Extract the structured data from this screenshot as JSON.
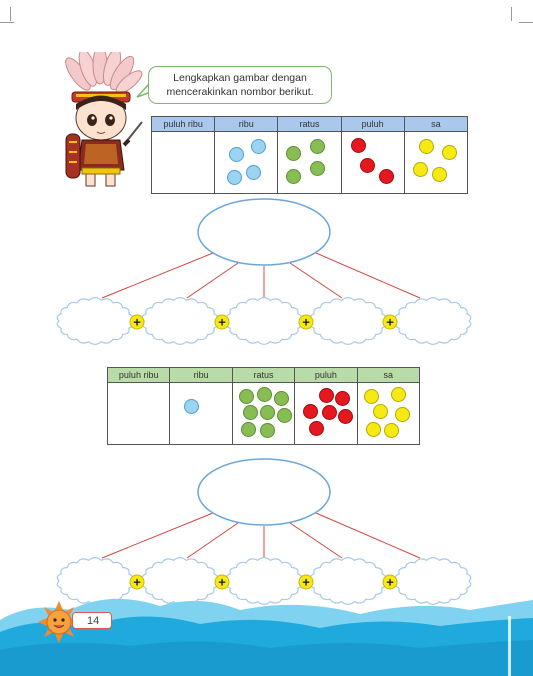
{
  "instruction": "Lengkapkan gambar dengan mencerakinkan nombor berikut.",
  "page_number": "14",
  "plus_sign": "+",
  "exercise_1": {
    "headers": [
      "puluh ribu",
      "ribu",
      "ratus",
      "puluh",
      "sa"
    ],
    "counters": [
      {
        "place": "puluh ribu",
        "count": 0,
        "color": "blue"
      },
      {
        "place": "ribu",
        "count": 4,
        "color": "blue"
      },
      {
        "place": "ratus",
        "count": 4,
        "color": "green"
      },
      {
        "place": "puluh",
        "count": 3,
        "color": "red"
      },
      {
        "place": "sa",
        "count": 4,
        "color": "yellow"
      }
    ]
  },
  "exercise_2": {
    "headers": [
      "puluh ribu",
      "ribu",
      "ratus",
      "puluh",
      "sa"
    ],
    "counters": [
      {
        "place": "puluh ribu",
        "count": 0,
        "color": "blue"
      },
      {
        "place": "ribu",
        "count": 1,
        "color": "blue"
      },
      {
        "place": "ratus",
        "count": 8,
        "color": "green"
      },
      {
        "place": "puluh",
        "count": 6,
        "color": "red"
      },
      {
        "place": "sa",
        "count": 6,
        "color": "yellow"
      }
    ]
  },
  "colors": {
    "table1_header": "#a9c8ec",
    "table2_header": "#b9dba7",
    "blue_counter": "#9bd3f2",
    "green_counter": "#88bd54",
    "red_counter": "#e5171f",
    "yellow_counter": "#f7ea13",
    "oval_border": "#6aa7d8",
    "connector_line": "#d0483f",
    "sea": "#20a9dc"
  },
  "icons": [
    "mascot-boy-illustration",
    "sun-mascot-icon"
  ]
}
